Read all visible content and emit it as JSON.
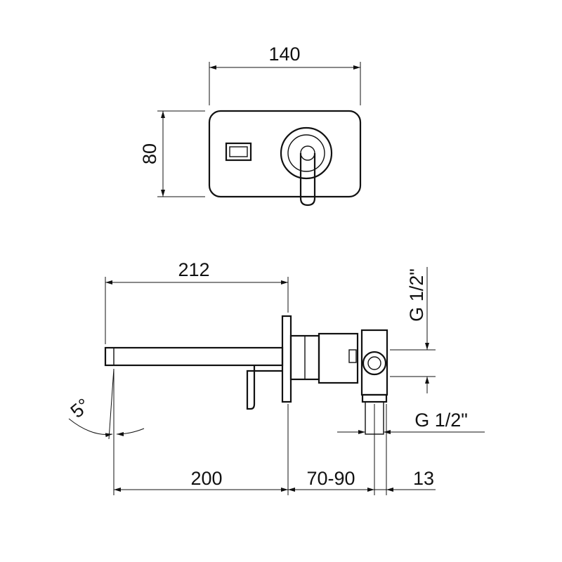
{
  "dimensions": {
    "top_width": "140",
    "top_height": "80",
    "spout_length": "212",
    "spout_reach": "200",
    "wall_depth": "70-90",
    "body_offset": "13",
    "angle": "5°",
    "thread_upper": "G 1/2\"",
    "thread_lower": "G 1/2\""
  },
  "colors": {
    "line": "#111111",
    "background": "#ffffff"
  }
}
